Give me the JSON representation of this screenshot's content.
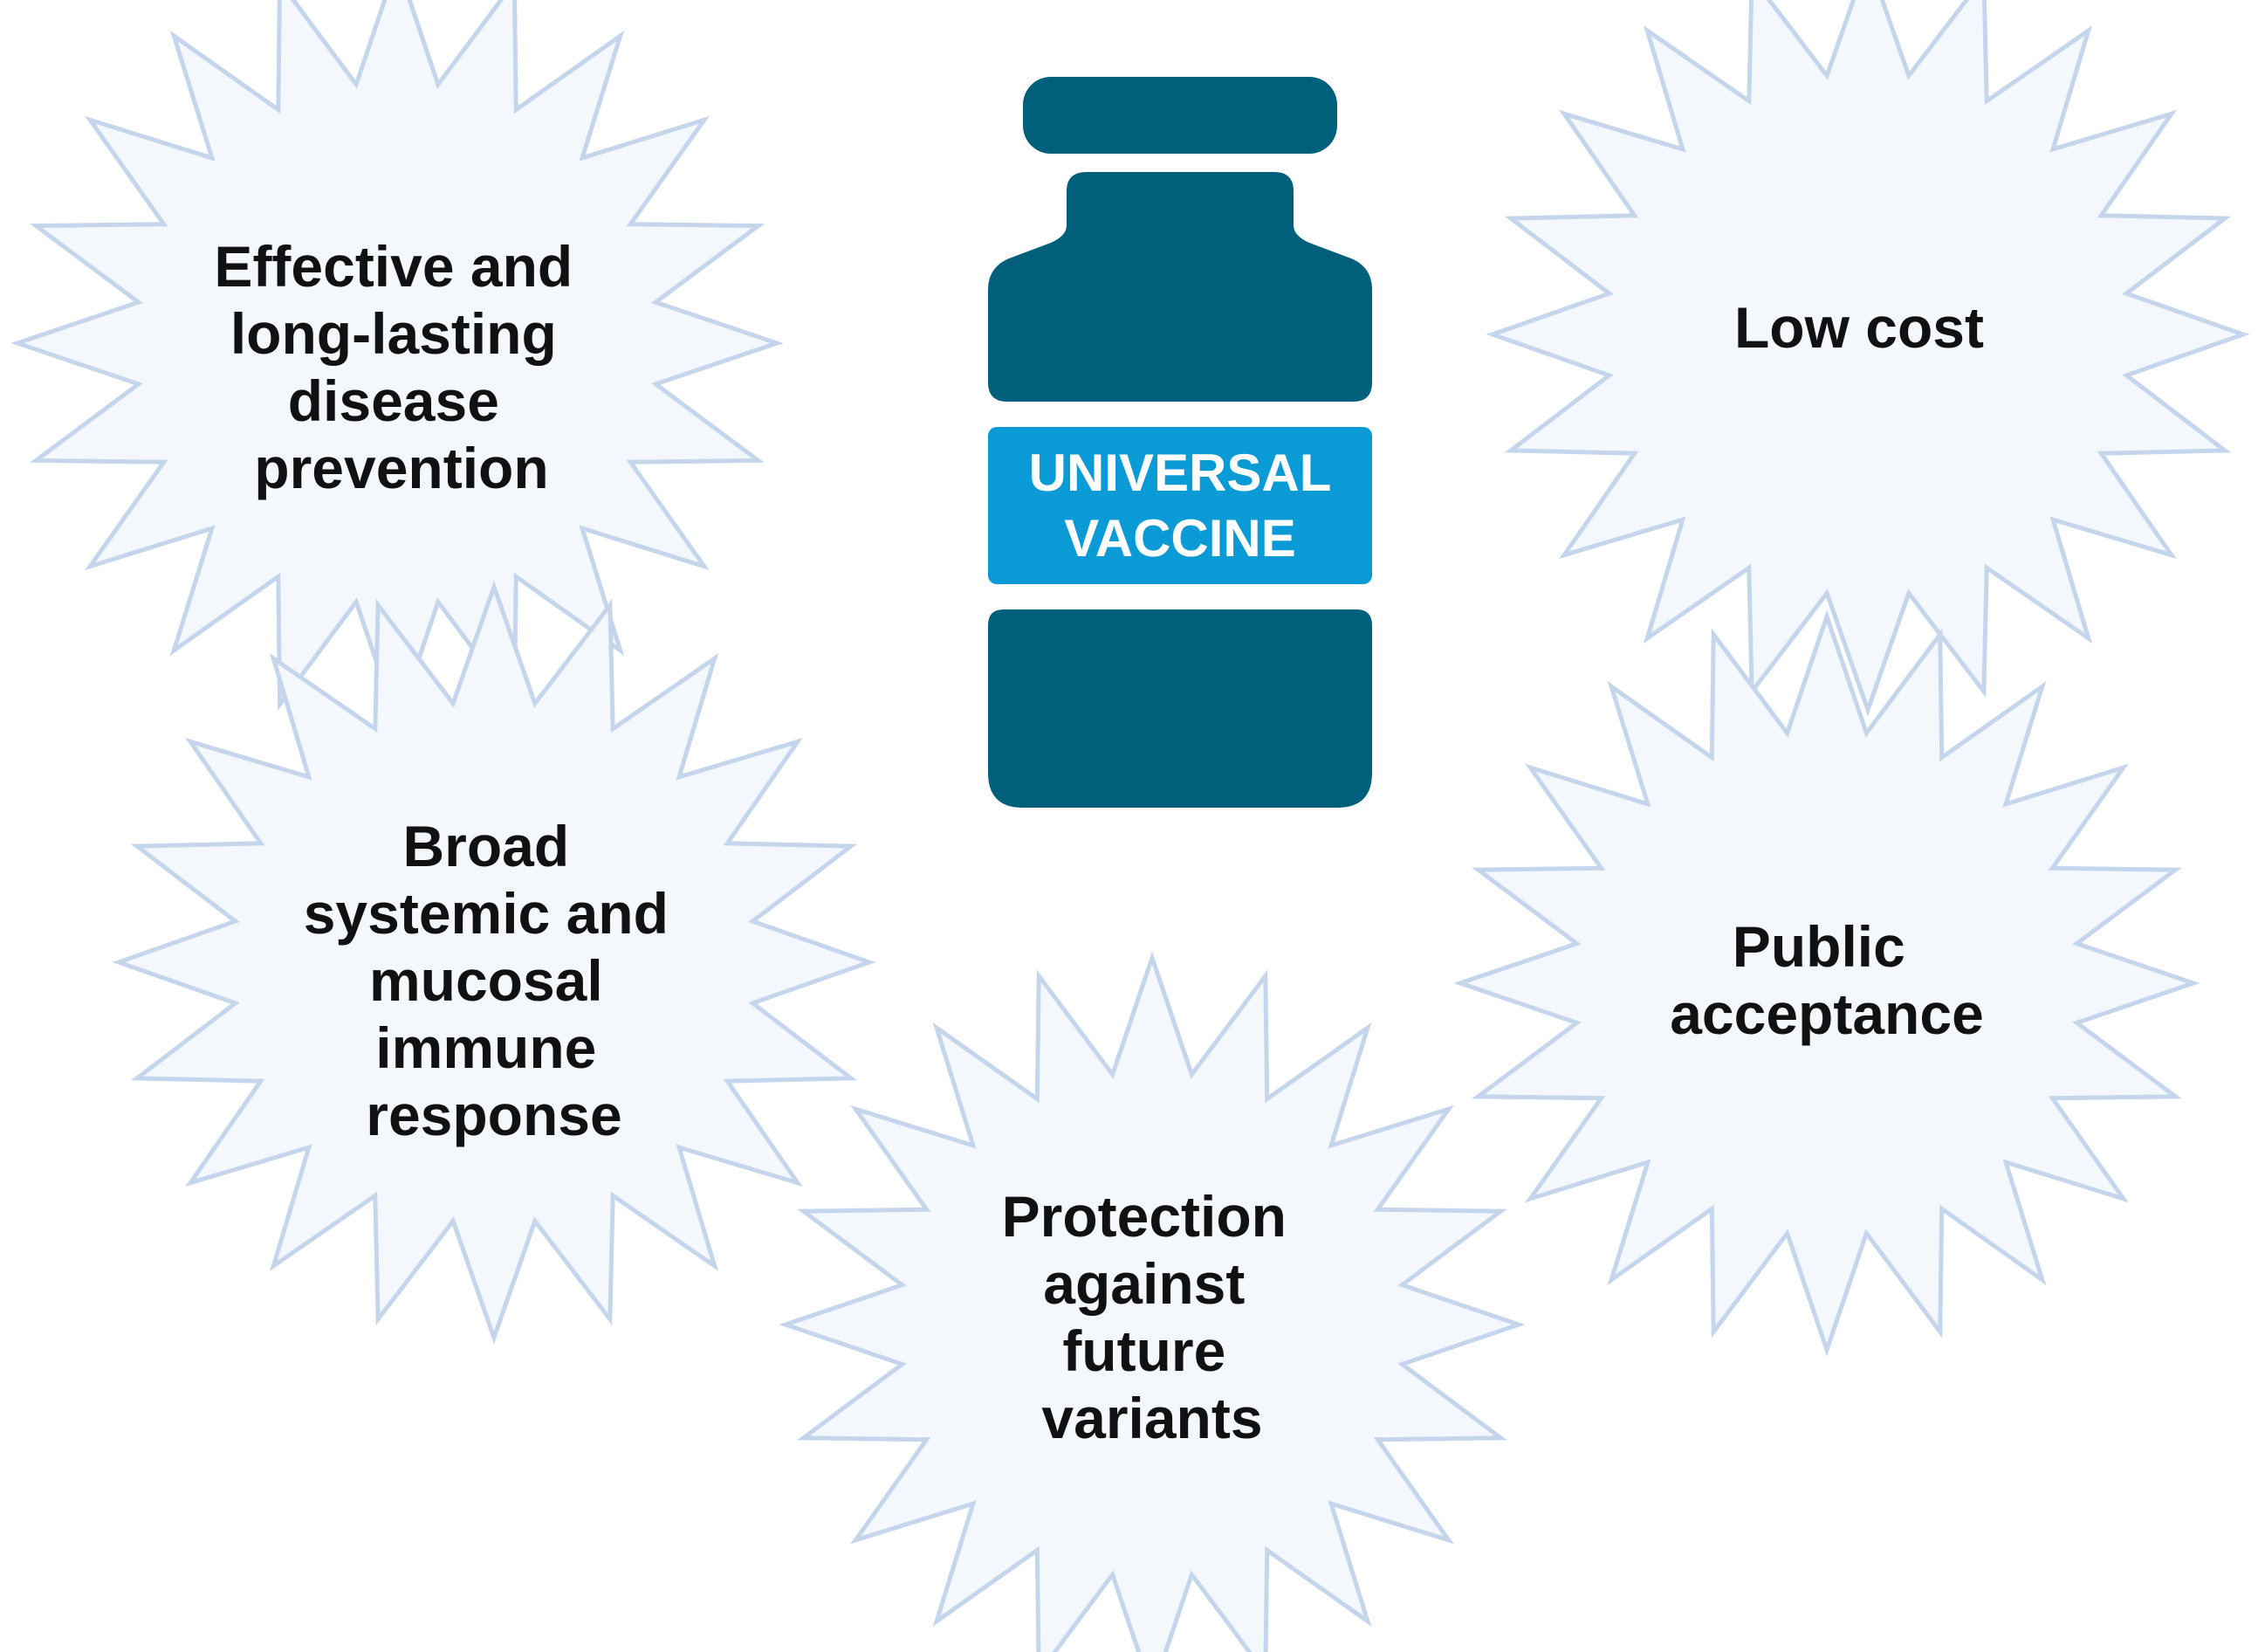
{
  "vaccine": {
    "label_lines": [
      "UNIVERSAL",
      "VACCINE"
    ]
  },
  "benefits": [
    {
      "id": "effective",
      "lines": [
        "Effective and",
        "long-lasting",
        "disease",
        "prevention"
      ]
    },
    {
      "id": "low-cost",
      "lines": [
        "Low cost"
      ]
    },
    {
      "id": "broad-response",
      "lines": [
        "Broad",
        "systemic and",
        "mucosal",
        "immune",
        "response"
      ]
    },
    {
      "id": "public-acceptance",
      "lines": [
        "Public",
        "acceptance"
      ]
    },
    {
      "id": "future-variants",
      "lines": [
        "Protection",
        "against",
        "future",
        "variants"
      ]
    }
  ],
  "colors": {
    "vial_body": "#005f7a",
    "label_bg": "#0a9ad6",
    "label_text": "#ffffff",
    "burst_fill": "#f4f8fd",
    "burst_stroke": "#c5d6ec",
    "text": "#111111"
  }
}
